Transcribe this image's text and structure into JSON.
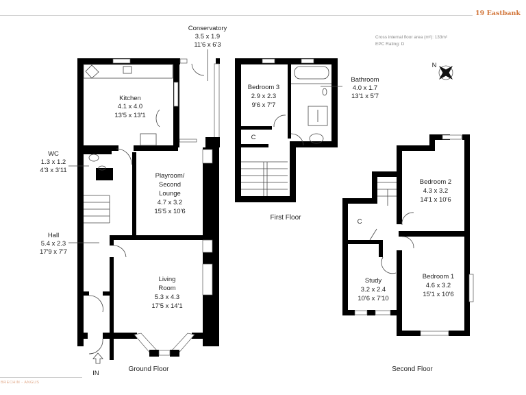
{
  "header": {
    "property_name": "19 Eastbank",
    "gross_area": "Cross internal floor area (m²): 133m²",
    "epc_rating": "EPC Rating: D"
  },
  "footer": {
    "location": "BRECHIN - ANGUS"
  },
  "compass": {
    "label": "N"
  },
  "floors": {
    "ground": {
      "title": "Ground Floor",
      "entrance": "IN",
      "rooms": {
        "conservatory": {
          "name": "Conservatory",
          "metric": "3.5 x 1.9",
          "imperial": "11'6 x 6'3"
        },
        "kitchen": {
          "name": "Kitchen",
          "metric": "4.1 x 4.0",
          "imperial": "13'5 x 13'1"
        },
        "wc": {
          "name": "WC",
          "metric": "1.3 x 1.2",
          "imperial": "4'3 x 3'11"
        },
        "playroom": {
          "name1": "Playroom/",
          "name2": "Second",
          "name3": "Lounge",
          "metric": "4.7 x 3.2",
          "imperial": "15'5 x 10'6"
        },
        "hall": {
          "name": "Hall",
          "metric": "5.4 x 2.3",
          "imperial": "17'9 x 7'7"
        },
        "living": {
          "name1": "Living",
          "name2": "Room",
          "metric": "5.3 x 4.3",
          "imperial": "17'5 x 14'1"
        }
      }
    },
    "first": {
      "title": "First Floor",
      "rooms": {
        "bedroom3": {
          "name": "Bedroom 3",
          "metric": "2.9 x 2.3",
          "imperial": "9'6 x 7'7"
        },
        "bathroom": {
          "name": "Bathroom",
          "metric": "4.0 x 1.7",
          "imperial": "13'1 x 5'7"
        },
        "cupboard": {
          "name": "C"
        }
      }
    },
    "second": {
      "title": "Second Floor",
      "rooms": {
        "bedroom2": {
          "name": "Bedroom 2",
          "metric": "4.3 x 3.2",
          "imperial": "14'1 x 10'6"
        },
        "bedroom1": {
          "name": "Bedroom 1",
          "metric": "4.6 x 3.2",
          "imperial": "15'1 x 10'6"
        },
        "study": {
          "name": "Study",
          "metric": "3.2 x 2.4",
          "imperial": "10'6 x 7'10"
        },
        "cupboard": {
          "name": "C"
        }
      }
    }
  }
}
